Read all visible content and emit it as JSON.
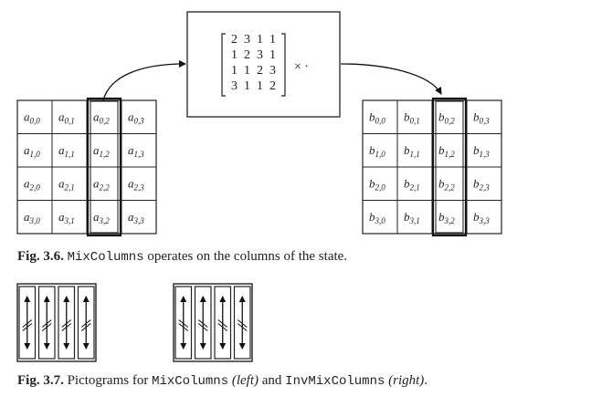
{
  "state_a": {
    "letter": "a",
    "cells": [
      [
        "0,0",
        "0,1",
        "0,2",
        "0,3"
      ],
      [
        "1,0",
        "1,1",
        "1,2",
        "1,3"
      ],
      [
        "2,0",
        "2,1",
        "2,2",
        "2,3"
      ],
      [
        "3,0",
        "3,1",
        "3,2",
        "3,3"
      ]
    ],
    "highlight_column": 2
  },
  "state_b": {
    "letter": "b",
    "cells": [
      [
        "0,0",
        "0,1",
        "0,2",
        "0,3"
      ],
      [
        "1,0",
        "1,1",
        "1,2",
        "1,3"
      ],
      [
        "2,0",
        "2,1",
        "2,2",
        "2,3"
      ],
      [
        "3,0",
        "3,1",
        "3,2",
        "3,3"
      ]
    ],
    "highlight_column": 2
  },
  "matrix": {
    "rows": [
      [
        "2",
        "3",
        "1",
        "1"
      ],
      [
        "1",
        "2",
        "3",
        "1"
      ],
      [
        "1",
        "1",
        "2",
        "3"
      ],
      [
        "3",
        "1",
        "1",
        "2"
      ]
    ],
    "operator": "× ·"
  },
  "fig36": {
    "label": "Fig. 3.6.",
    "code": "MixColumns",
    "rest": " operates on the columns of the state."
  },
  "fig37": {
    "label": "Fig. 3.7.",
    "text1": "Pictograms for ",
    "code1": "MixColumns",
    "em1": "(left)",
    "text2": " and ",
    "code2": "InvMixColumns",
    "em2": "(right)",
    "end": "."
  }
}
